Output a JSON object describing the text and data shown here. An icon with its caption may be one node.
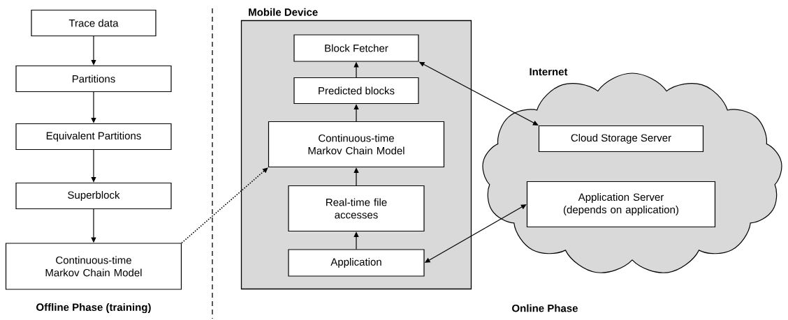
{
  "diagram": {
    "nodes": [
      {
        "text": [
          "Trace data"
        ]
      },
      {
        "text": [
          "Partitions"
        ]
      },
      {
        "text": [
          "Equivalent Partitions"
        ]
      },
      {
        "text": [
          "Superblock"
        ]
      },
      {
        "text": [
          "Continuous-time Markov Chain Model"
        ]
      },
      {
        "text": [
          "Mobile Device"
        ]
      },
      {
        "text": [
          "Block Fetcher"
        ],
        "in": 5
      },
      {
        "text": [
          "Predicted blocks"
        ],
        "in": 5
      },
      {
        "text": [
          "Continuous-time Markov Chain Model"
        ],
        "in": 5
      },
      {
        "text": [
          "Real-time file accesses"
        ],
        "in": 5
      },
      {
        "text": [
          "Application"
        ],
        "in": 5
      },
      {
        "text": [
          "Internet"
        ]
      },
      {
        "text": [
          "Cloud Storage Server"
        ],
        "in": 11
      },
      {
        "text": [
          "Application Server (depends on application)"
        ],
        "in": 11
      }
    ],
    "edges": [
      {
        "from": 0,
        "to": 1,
        "arrow": "to"
      },
      {
        "from": 1,
        "to": 2,
        "arrow": "to"
      },
      {
        "from": 2,
        "to": 3,
        "arrow": "to"
      },
      {
        "from": 3,
        "to": 4,
        "arrow": "to"
      },
      {
        "from": 4,
        "to": 8,
        "arrow": "to",
        "style": "dashed"
      },
      {
        "from": 10,
        "to": 9,
        "arrow": "to"
      },
      {
        "from": 9,
        "to": 8,
        "arrow": "to"
      },
      {
        "from": 8,
        "to": 7,
        "arrow": "to"
      },
      {
        "from": 7,
        "to": 6,
        "arrow": "to"
      },
      {
        "from": 6,
        "to": 12,
        "arrow": "both"
      },
      {
        "from": 13,
        "to": 10,
        "arrow": "both"
      }
    ],
    "labels": [
      "Offline Phase (training)",
      "Online Phase"
    ]
  }
}
